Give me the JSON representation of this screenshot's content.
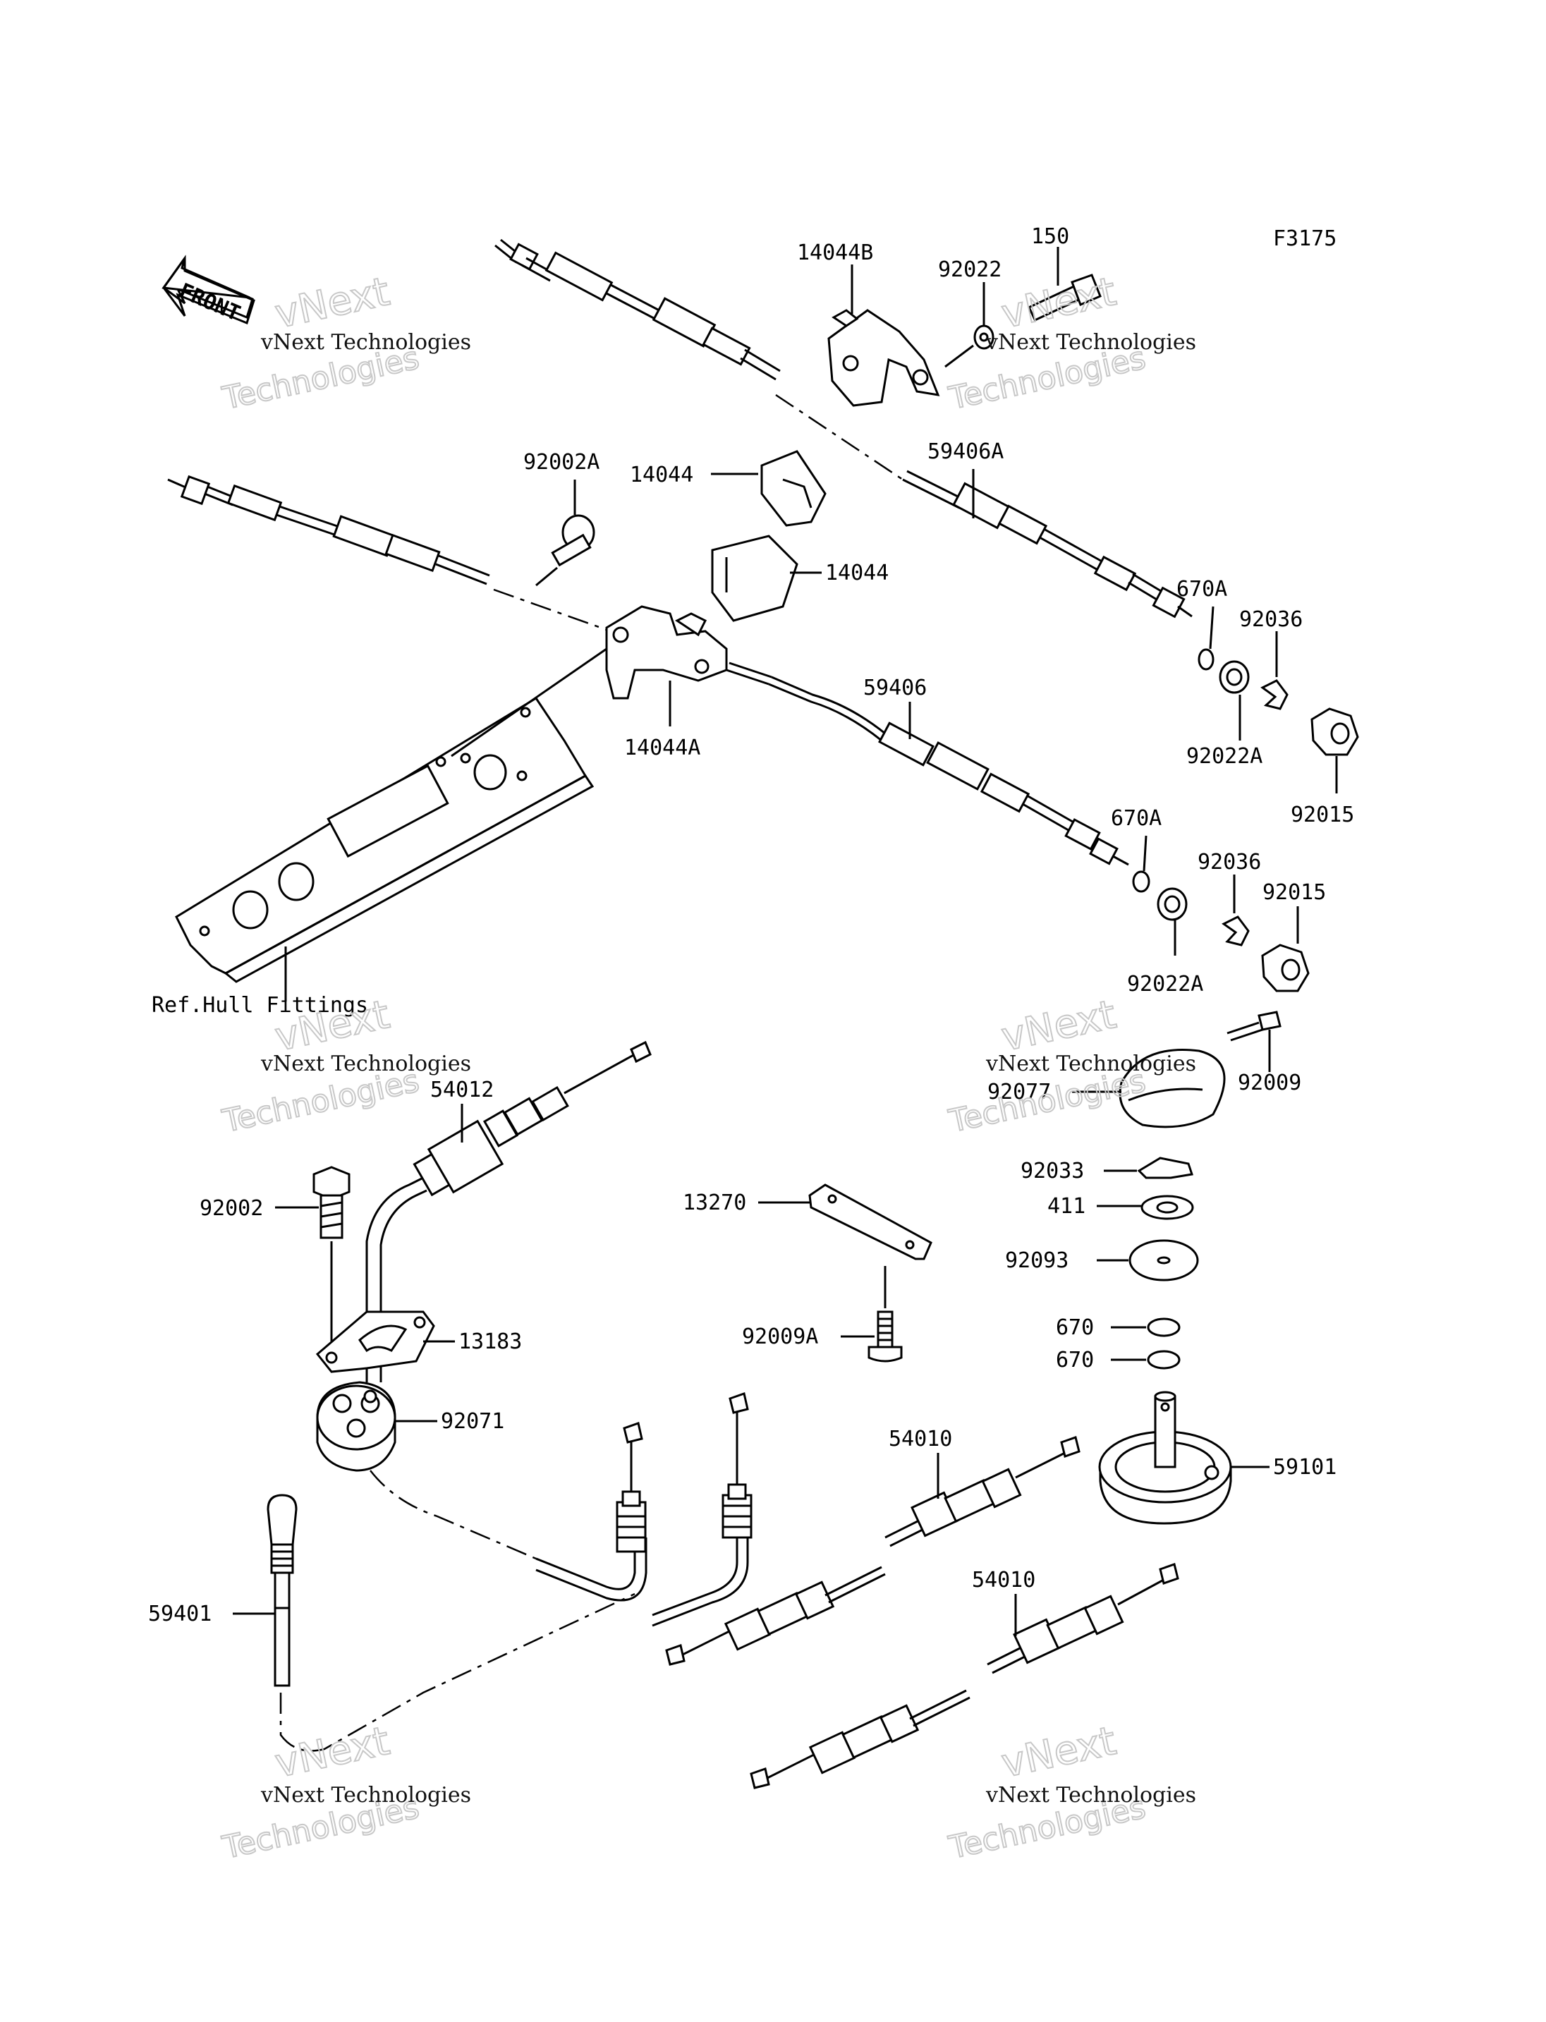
{
  "figure_code": "F3175",
  "front_arrow_label": "FRONT",
  "ref_label": "Ref.Hull Fittings",
  "watermark": {
    "line1": "vNext Technologies",
    "line2": "vNext",
    "line3": "Technologies"
  },
  "parts": [
    {
      "id": "p14044B",
      "label": "14044B"
    },
    {
      "id": "p92022",
      "label": "92022"
    },
    {
      "id": "p150",
      "label": "150"
    },
    {
      "id": "p92002A",
      "label": "92002A"
    },
    {
      "id": "p14044a",
      "label": "14044"
    },
    {
      "id": "p14044b",
      "label": "14044"
    },
    {
      "id": "p59406A",
      "label": "59406A"
    },
    {
      "id": "p670A_1",
      "label": "670A"
    },
    {
      "id": "p92036_1",
      "label": "92036"
    },
    {
      "id": "p92022A_1",
      "label": "92022A"
    },
    {
      "id": "p92015_1",
      "label": "92015"
    },
    {
      "id": "p14044A",
      "label": "14044A"
    },
    {
      "id": "p59406",
      "label": "59406"
    },
    {
      "id": "p670A_2",
      "label": "670A"
    },
    {
      "id": "p92036_2",
      "label": "92036"
    },
    {
      "id": "p92015_2",
      "label": "92015"
    },
    {
      "id": "p92022A_2",
      "label": "92022A"
    },
    {
      "id": "p54012",
      "label": "54012"
    },
    {
      "id": "p92009",
      "label": "92009"
    },
    {
      "id": "p92077",
      "label": "92077"
    },
    {
      "id": "p92002",
      "label": "92002"
    },
    {
      "id": "p92033",
      "label": "92033"
    },
    {
      "id": "p13270",
      "label": "13270"
    },
    {
      "id": "p411",
      "label": "411"
    },
    {
      "id": "p92093",
      "label": "92093"
    },
    {
      "id": "p13183",
      "label": "13183"
    },
    {
      "id": "p92009A",
      "label": "92009A"
    },
    {
      "id": "p670_1",
      "label": "670"
    },
    {
      "id": "p670_2",
      "label": "670"
    },
    {
      "id": "p92071",
      "label": "92071"
    },
    {
      "id": "p54010_1",
      "label": "54010"
    },
    {
      "id": "p59101",
      "label": "59101"
    },
    {
      "id": "p54010_2",
      "label": "54010"
    },
    {
      "id": "p59401",
      "label": "59401"
    }
  ]
}
